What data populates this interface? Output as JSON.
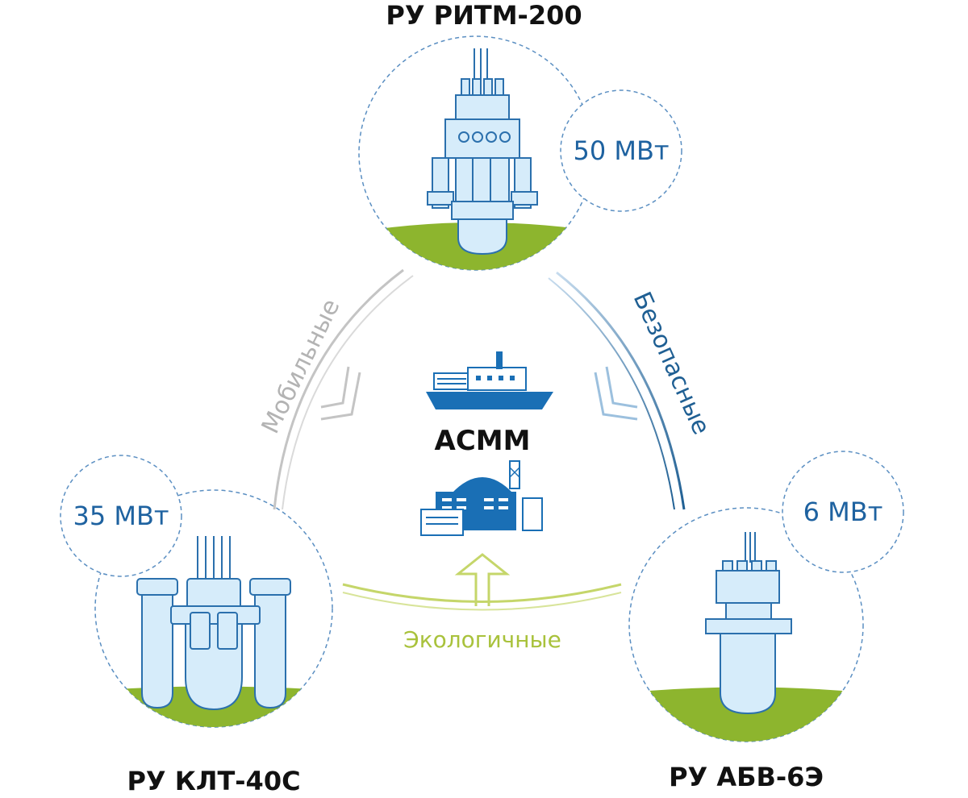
{
  "nodes": {
    "top": {
      "title": "РУ РИТМ-200",
      "power": "50 МВт"
    },
    "left": {
      "title": "РУ КЛТ-40С",
      "power": "35 МВт"
    },
    "right": {
      "title": "РУ АБВ-6Э",
      "power": "6 МВт"
    }
  },
  "center": {
    "title": "АСММ"
  },
  "edges": {
    "left": "Мобильные",
    "right": "Безопасные",
    "bottom": "Экологичные"
  },
  "colors": {
    "ground": "#8db52e",
    "reactor_fill": "#d6ecfa",
    "reactor_stroke": "#2b70ad",
    "icon_blue": "#1a6fb5",
    "dash": "#5b8fc2",
    "text_blue": "#1e62a0",
    "grey_arrow": "#c4c4c4",
    "blue_arrow": "#2a6ea7",
    "green_arrow": "#c5d66a"
  }
}
